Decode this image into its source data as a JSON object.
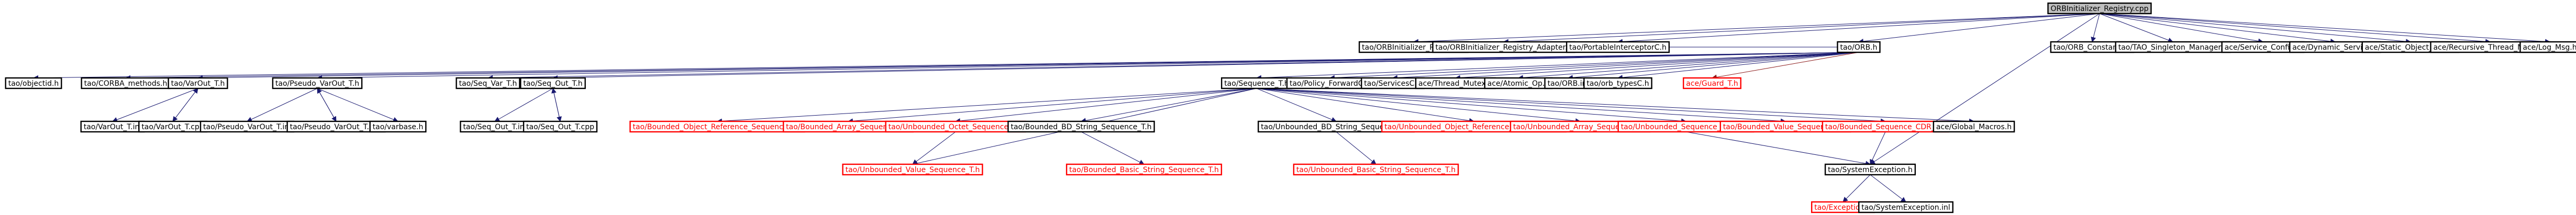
{
  "colors": {
    "root_fill": "#bfbfbf",
    "node_fill": "#ffffff",
    "node_border": "#000000",
    "missing_border": "#ff0000",
    "missing_text": "#ff0000",
    "text": "#000000",
    "edge_include": "#191970",
    "edge_red": "#8b1a1a"
  },
  "graph": {
    "nodes": [
      {
        "id": "root",
        "label": "ORBInitializer_Registry.cpp",
        "style": "root"
      },
      {
        "id": "n_reg_h",
        "label": "tao/ORBInitializer_Registry.h"
      },
      {
        "id": "n_adapter",
        "label": "tao/ORBInitializer_Registry_Adapter.h"
      },
      {
        "id": "n_portable",
        "label": "tao/PortableInterceptorC.h"
      },
      {
        "id": "n_orb",
        "label": "tao/ORB.h"
      },
      {
        "id": "n_orb_const",
        "label": "tao/ORB_Constants.h"
      },
      {
        "id": "n_singleton",
        "label": "tao/TAO_Singleton_Manager.h"
      },
      {
        "id": "n_svc_config",
        "label": "ace/Service_Config.h"
      },
      {
        "id": "n_dyn_service",
        "label": "ace/Dynamic_Service.h"
      },
      {
        "id": "n_static_lock",
        "label": "ace/Static_Object_Lock.h"
      },
      {
        "id": "n_recursive",
        "label": "ace/Recursive_Thread_Mutex.h"
      },
      {
        "id": "n_log_msg",
        "label": "ace/Log_Msg.h"
      },
      {
        "id": "n_objectid",
        "label": "tao/objectid.h"
      },
      {
        "id": "n_corba_methods",
        "label": "tao/CORBA_methods.h"
      },
      {
        "id": "n_varout",
        "label": "tao/VarOut_T.h"
      },
      {
        "id": "n_pseudo_var",
        "label": "tao/Pseudo_VarOut_T.h"
      },
      {
        "id": "n_seq_var",
        "label": "tao/Seq_Var_T.h"
      },
      {
        "id": "n_seq_out",
        "label": "tao/Seq_Out_T.h"
      },
      {
        "id": "n_sequence",
        "label": "tao/Sequence_T.h"
      },
      {
        "id": "n_policy_fwd",
        "label": "tao/Policy_ForwardC.h"
      },
      {
        "id": "n_servicesc",
        "label": "tao/ServicesC.h"
      },
      {
        "id": "n_thread_mutex",
        "label": "ace/Thread_Mutex.h"
      },
      {
        "id": "n_atomic",
        "label": "ace/Atomic_Op.h"
      },
      {
        "id": "n_orb_inl",
        "label": "tao/ORB.inl"
      },
      {
        "id": "n_orb_typesc",
        "label": "tao/orb_typesC.h"
      },
      {
        "id": "n_guard",
        "label": "ace/Guard_T.h",
        "style": "missing"
      },
      {
        "id": "n_varout_inl",
        "label": "tao/VarOut_T.inl"
      },
      {
        "id": "n_varout_cpp",
        "label": "tao/VarOut_T.cpp"
      },
      {
        "id": "n_pseudo_inl",
        "label": "tao/Pseudo_VarOut_T.inl"
      },
      {
        "id": "n_pseudo_cpp",
        "label": "tao/Pseudo_VarOut_T.cpp"
      },
      {
        "id": "n_varbase",
        "label": "tao/varbase.h"
      },
      {
        "id": "n_seq_out_inl",
        "label": "tao/Seq_Out_T.inl"
      },
      {
        "id": "n_seq_out_cpp",
        "label": "tao/Seq_Out_T.cpp"
      },
      {
        "id": "n_bor_seq",
        "label": "tao/Bounded_Object_Reference_Sequence_T.h",
        "style": "missing"
      },
      {
        "id": "n_ba_seq",
        "label": "tao/Bounded_Array_Sequence_T.h",
        "style": "missing"
      },
      {
        "id": "n_uoct_seq",
        "label": "tao/Unbounded_Octet_Sequence_T.h",
        "style": "missing"
      },
      {
        "id": "n_bbd_seq",
        "label": "tao/Bounded_BD_String_Sequence_T.h"
      },
      {
        "id": "n_ubd_seq",
        "label": "tao/Unbounded_BD_String_Sequence_T.h"
      },
      {
        "id": "n_uor_seq",
        "label": "tao/Unbounded_Object_Reference_Sequence_T.h",
        "style": "missing"
      },
      {
        "id": "n_ua_seq",
        "label": "tao/Unbounded_Array_Sequence_T.h",
        "style": "missing"
      },
      {
        "id": "n_ucor_seq",
        "label": "tao/Unbounded_Sequence_CDR_T.h",
        "style": "missing"
      },
      {
        "id": "n_bv_seq",
        "label": "tao/Bounded_Value_Sequence_T.h",
        "style": "missing"
      },
      {
        "id": "n_bcdr_seq",
        "label": "tao/Bounded_Sequence_CDR_T.h",
        "style": "missing"
      },
      {
        "id": "n_global_macros",
        "label": "ace/Global_Macros.h"
      },
      {
        "id": "n_uval_seq",
        "label": "tao/Unbounded_Value_Sequence_T.h",
        "style": "missing"
      },
      {
        "id": "n_bbs_seq",
        "label": "tao/Bounded_Basic_String_Sequence_T.h",
        "style": "missing"
      },
      {
        "id": "n_ubs_seq",
        "label": "tao/Unbounded_Basic_String_Sequence_T.h",
        "style": "missing"
      },
      {
        "id": "n_sysex_h",
        "label": "tao/SystemException.h"
      },
      {
        "id": "n_exception",
        "label": "tao/Exception.h",
        "style": "missing"
      },
      {
        "id": "n_sysex_inl",
        "label": "tao/SystemException.inl"
      }
    ]
  }
}
